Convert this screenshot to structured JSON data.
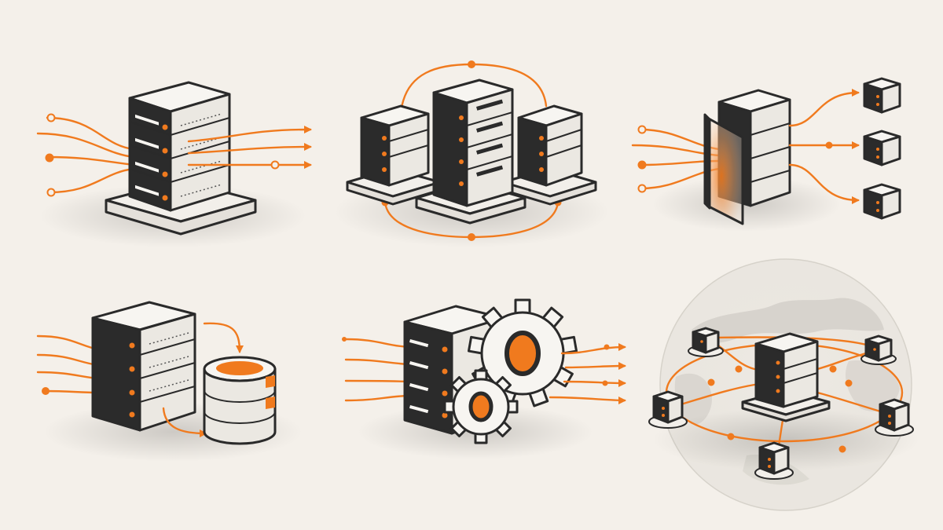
{
  "colors": {
    "background": "#f4f0ea",
    "accent": "#f07a1e",
    "ink": "#2a2a2a",
    "server_body": "#f7f5f1",
    "server_front": "#2b2b2b"
  },
  "panels": [
    {
      "id": "single-server-ingress-egress",
      "icon": "server-rack-icon"
    },
    {
      "id": "server-cluster-replication",
      "icon": "server-cluster-icon"
    },
    {
      "id": "firewall-distribution",
      "icon": "firewall-icon"
    },
    {
      "id": "server-database-storage",
      "icon": "database-icon"
    },
    {
      "id": "server-processing-gears",
      "icon": "gear-icon"
    },
    {
      "id": "global-server-network",
      "icon": "globe-icon"
    }
  ]
}
